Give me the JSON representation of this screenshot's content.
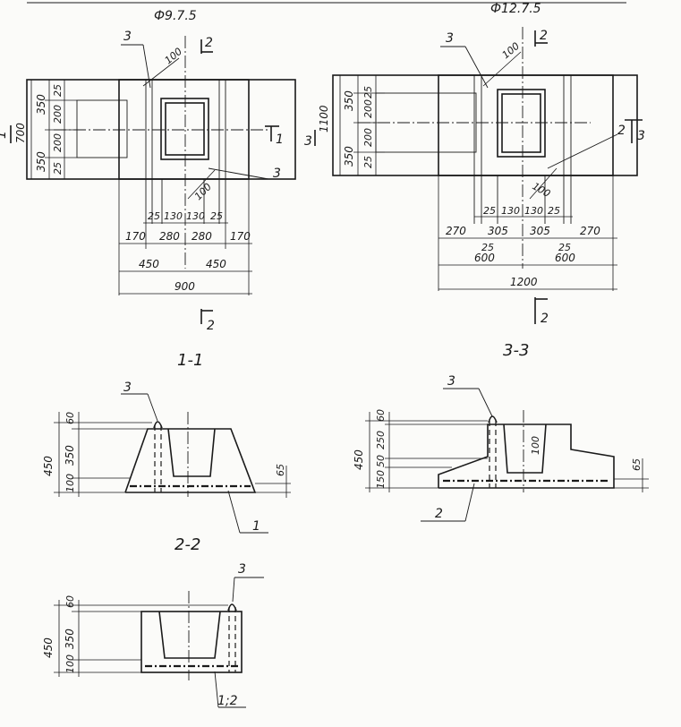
{
  "top_left": {
    "title": "Ф9.7.5",
    "pos3_a": "3",
    "pos3_b": "3",
    "sec2": "2",
    "sec2_b": "2",
    "sec1_left": "1",
    "sec1_right": "1",
    "v700": "700",
    "v350a": "350",
    "v350b": "350",
    "v25a": "25",
    "v200a": "200",
    "v200b": "200",
    "v25b": "25",
    "d100a": "100",
    "d100b": "100",
    "d25a": "25",
    "d130a": "130",
    "d130b": "130",
    "d25b": "25",
    "d170a": "170",
    "d280a": "280",
    "d280b": "280",
    "d170b": "170",
    "d450a": "450",
    "d450b": "450",
    "d900": "900"
  },
  "top_right": {
    "title": "Ф12.7.5",
    "pos3": "3",
    "pos2": "2",
    "sec2": "2",
    "sec2_b": "2",
    "sec3_left": "3",
    "sec3_right": "3",
    "v1100": "1100",
    "v350a": "350",
    "v350b": "350",
    "v25a": "25",
    "v200a": "200",
    "v200b": "200",
    "v25b": "25",
    "d100a": "100",
    "d100b": "100",
    "d25a": "25",
    "d130a": "130",
    "d130b": "130",
    "d25b": "25",
    "d270a": "270",
    "d305a": "305",
    "d305b": "305",
    "d270b": "270",
    "d25c": "25",
    "d25d": "25",
    "d600a": "600",
    "d600b": "600",
    "d1200": "1200"
  },
  "sec_1_1": {
    "title": "1-1",
    "pos3": "3",
    "pos1": "1",
    "v450": "450",
    "v60": "60",
    "v350": "350",
    "v100": "100",
    "v65": "65"
  },
  "sec_3_3": {
    "title": "3-3",
    "pos3": "3",
    "pos2": "2",
    "v450": "450",
    "v60": "60",
    "v250": "250",
    "v50": "50",
    "v150": "150",
    "v100": "100",
    "v65": "65"
  },
  "sec_2_2": {
    "title": "2-2",
    "pos3": "3",
    "pos12": "1;2",
    "v450": "450",
    "v60": "60",
    "v350": "350",
    "v100": "100"
  }
}
